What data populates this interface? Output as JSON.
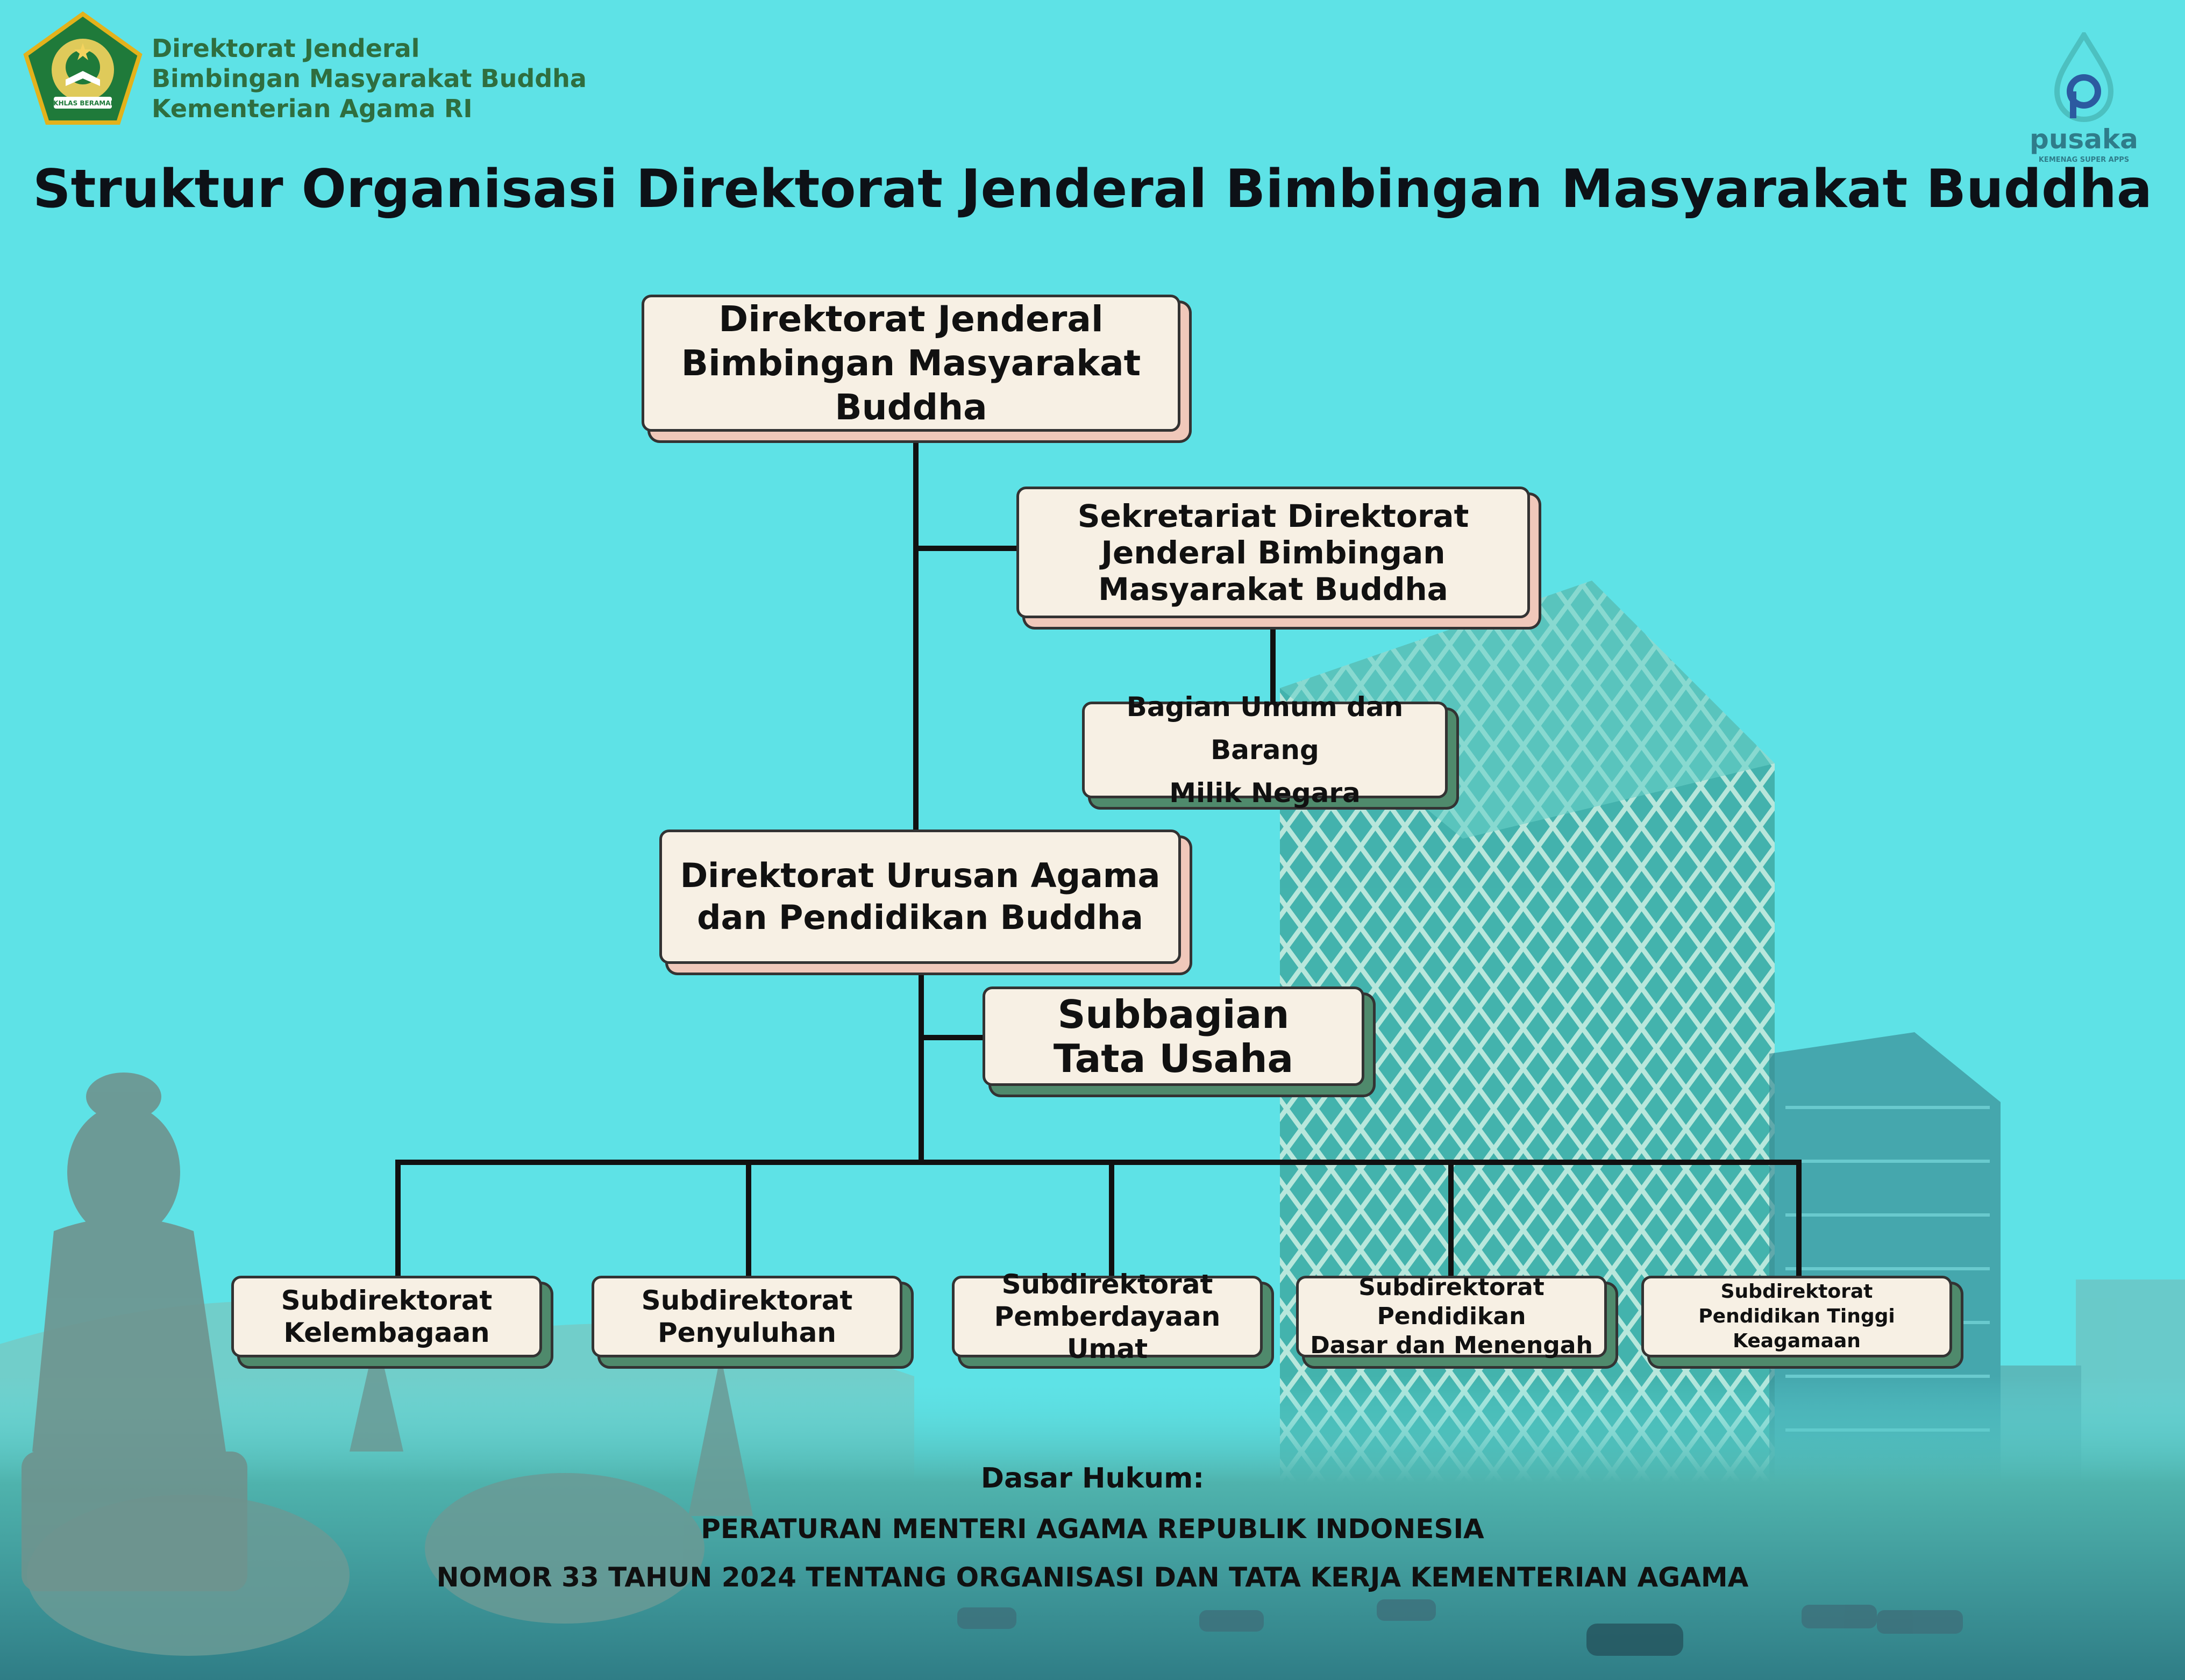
{
  "header": {
    "institution": [
      "Direktorat Jenderal",
      "Bimbingan Masyarakat Buddha",
      "Kementerian Agama RI"
    ],
    "emblem_motto": "IKHLAS BERAMAL",
    "app_name": "pusaka",
    "app_tagline": "KEMENAG SUPER APPS"
  },
  "title": "Struktur Organisasi Direktorat Jenderal Bimbingan Masyarakat Buddha",
  "org": {
    "dirjen": [
      "Direktorat Jenderal",
      "Bimbingan Masyarakat",
      "Buddha"
    ],
    "sekretariat": [
      "Sekretariat Direktorat",
      "Jenderal Bimbingan",
      "Masyarakat Buddha"
    ],
    "bagian_umum": [
      "Bagian Umum dan Barang",
      "Milik Negara"
    ],
    "direktorat": [
      "Direktorat Urusan Agama",
      "dan Pendidikan Buddha"
    ],
    "subbagian": [
      "Subbagian",
      "Tata Usaha"
    ],
    "subdirektorat": [
      [
        "Subdirektorat",
        "Kelembagaan"
      ],
      [
        "Subdirektorat",
        "Penyuluhan"
      ],
      [
        "Subdirektorat",
        "Pemberdayaan Umat"
      ],
      [
        "Subdirektorat Pendidikan",
        "Dasar dan Menengah"
      ],
      [
        "Subdirektorat",
        "Pendidikan Tinggi Keagamaan"
      ]
    ]
  },
  "legal_basis": {
    "heading": "Dasar Hukum:",
    "lines": [
      "PERATURAN MENTERI AGAMA REPUBLIK INDONESIA",
      "NOMOR 33 TAHUN 2024 TENTANG ORGANISASI DAN TATA KERJA KEMENTERIAN AGAMA"
    ]
  },
  "colors": {
    "background": "#5ee2e6",
    "box_fill": "#f7f0e4",
    "shadow_pink": "#f0c8ba",
    "shadow_green": "#4f8a6c",
    "line": "#111111",
    "logo_green": "#2f6e3f"
  }
}
